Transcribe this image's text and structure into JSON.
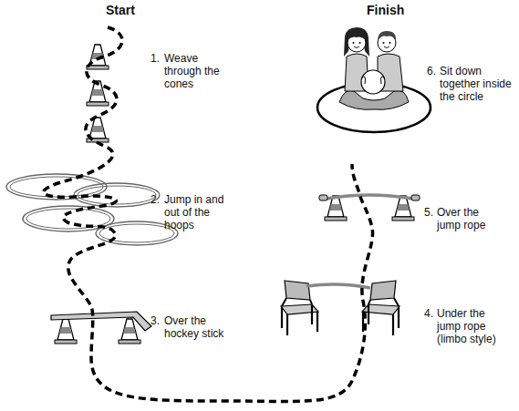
{
  "diagram": {
    "labels": [
      "Start",
      "Finish",
      "1.",
      "Weave through the cones",
      "6.",
      "Sit down together inside the circle",
      "2.",
      "Jump in and out of the hoops",
      "5.",
      "Over the jump rope",
      "3.",
      "Over the hockey stick",
      "4.",
      "Under the jump rope (limbo style)"
    ]
  }
}
